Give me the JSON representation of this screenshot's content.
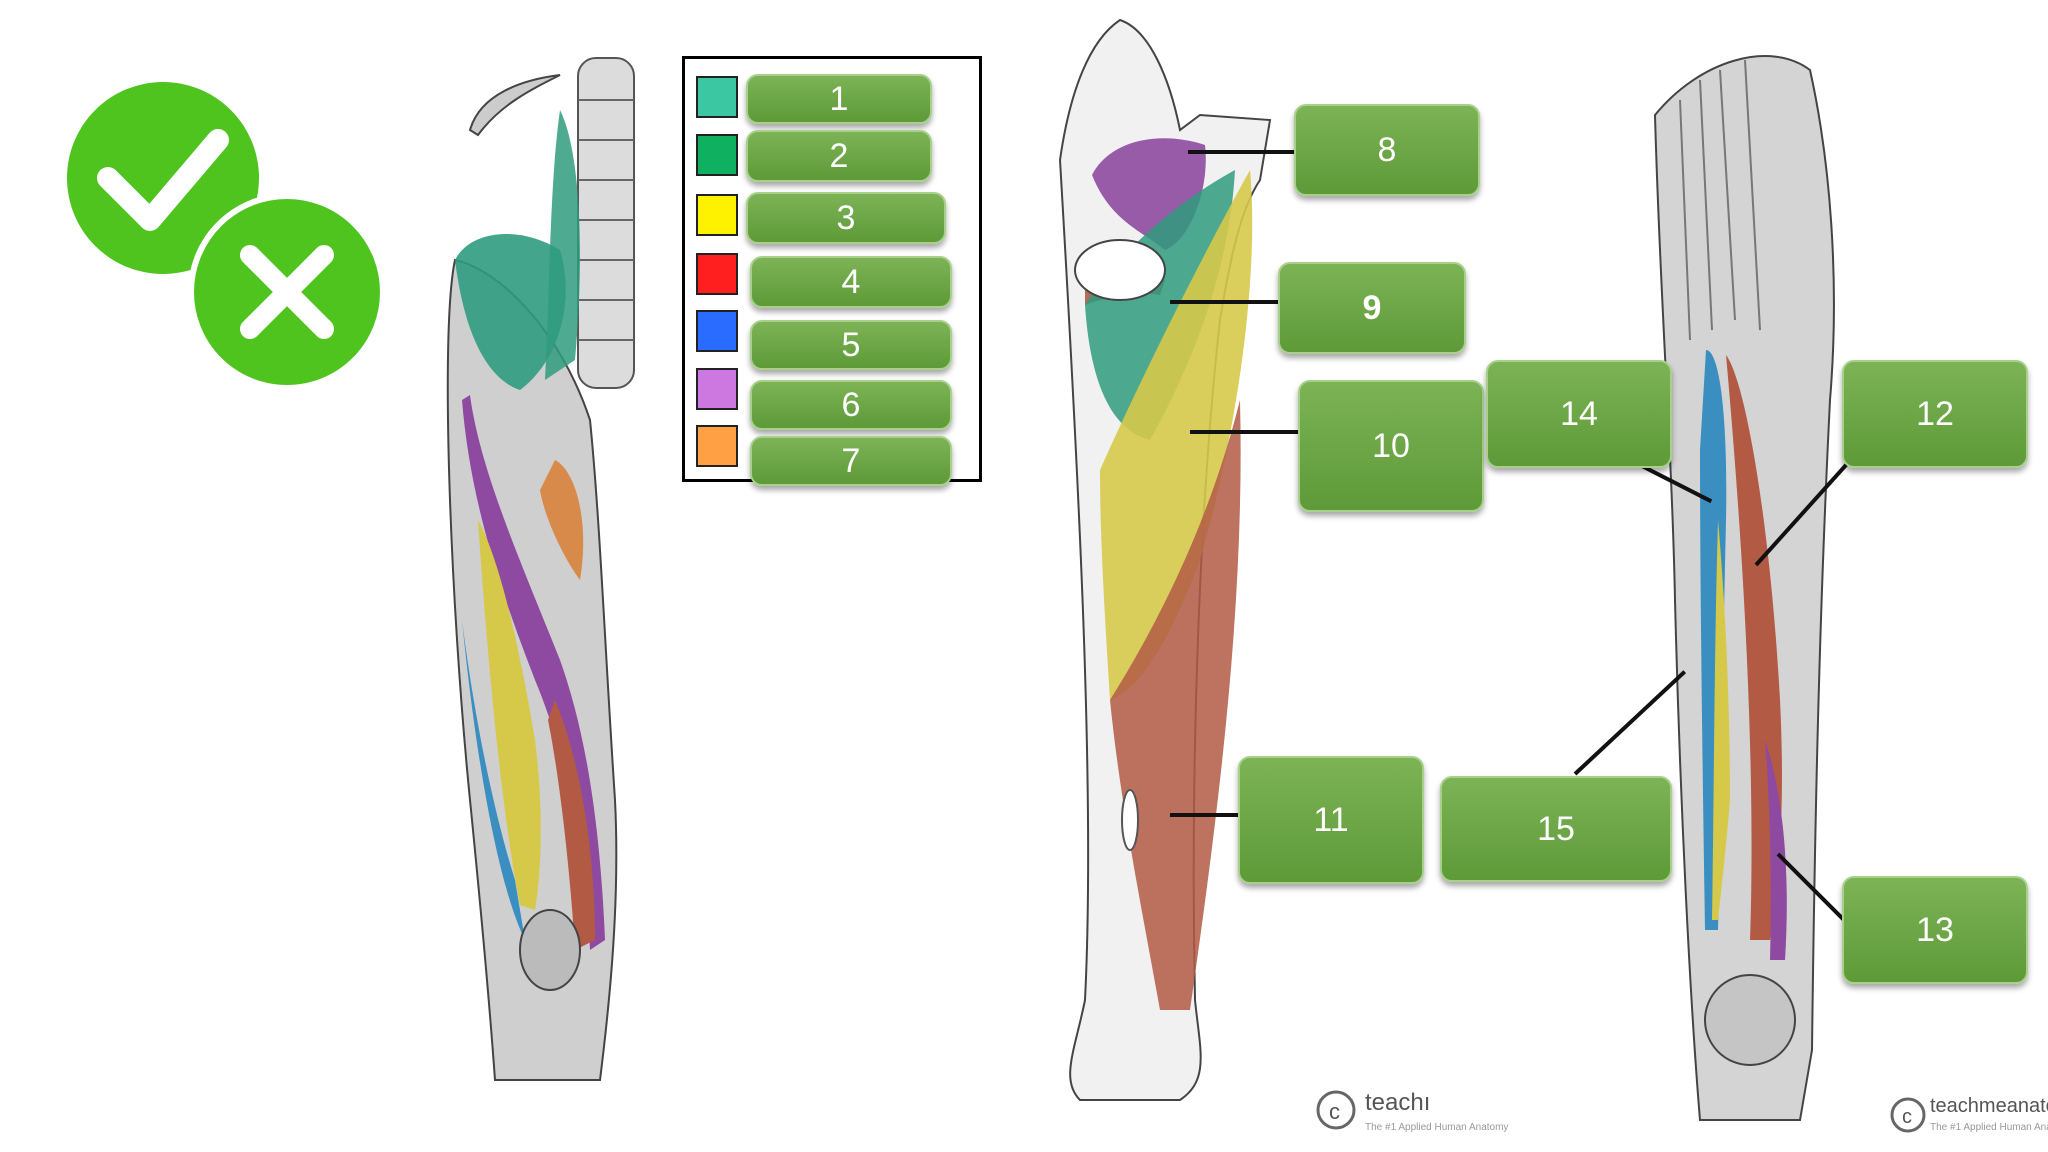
{
  "legend": {
    "items": [
      {
        "label": "1",
        "color": "#3cc7a3"
      },
      {
        "label": "2",
        "color": "#0fb060"
      },
      {
        "label": "3",
        "color": "#fff200"
      },
      {
        "label": "4",
        "color": "#ff1f1f"
      },
      {
        "label": "5",
        "color": "#2a6cff"
      },
      {
        "label": "6",
        "color": "#cc78e0"
      },
      {
        "label": "7",
        "color": "#ffa044"
      }
    ]
  },
  "labels": {
    "l8": "8",
    "l9": "9",
    "l10": "10",
    "l11": "11",
    "l12": "12",
    "l13": "13",
    "l14": "14",
    "l15": "15"
  },
  "watermarks": {
    "left": "teachı",
    "right": "teachmeanato",
    "tagline": "The #1 Applied Human Anatomy"
  },
  "colors": {
    "check_green": "#4fc41f",
    "muscle_teal": "#2f9b7e",
    "muscle_yellow": "#d6c94a",
    "muscle_red": "#b35a45",
    "muscle_purple": "#8e4aa0",
    "muscle_blue": "#3a8fc0",
    "muscle_orange": "#d88a4a"
  }
}
